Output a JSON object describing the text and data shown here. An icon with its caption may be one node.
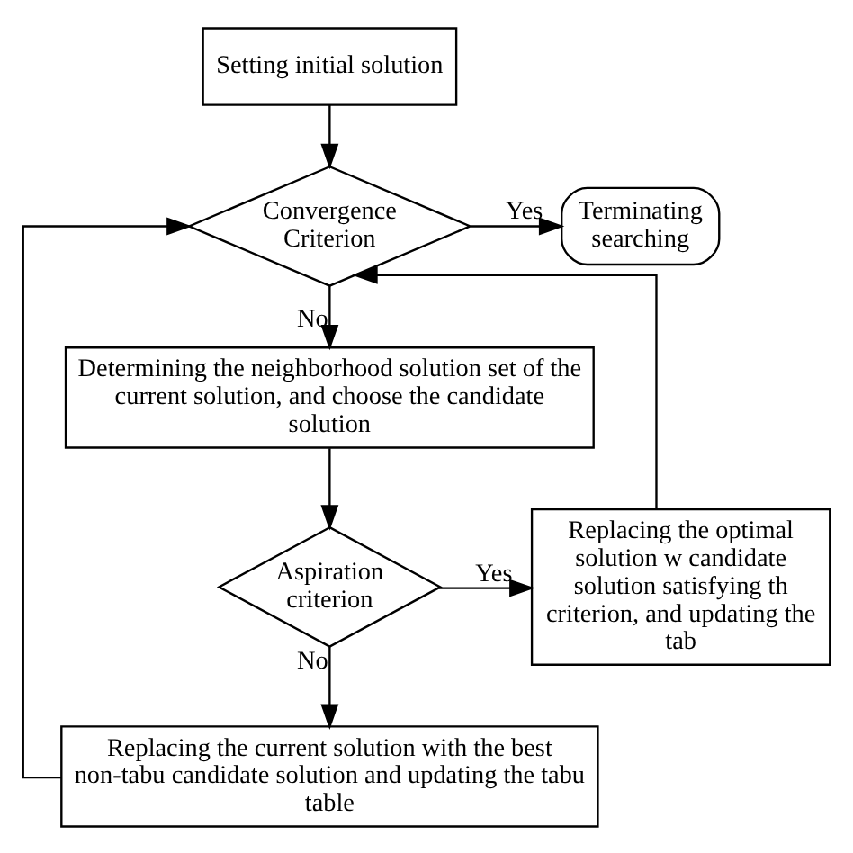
{
  "diagram": {
    "nodes": [
      {
        "text": [
          "Setting initial solution"
        ]
      },
      {
        "text": [
          "Convergence Criterion"
        ]
      },
      {
        "text": [
          "Terminating searching"
        ]
      },
      {
        "text": [
          "Determining the neighborhood solution set of the current solution, and choose the candidate solution"
        ]
      },
      {
        "text": [
          "Aspiration criterion"
        ]
      },
      {
        "text": [
          "Replacing the optimal solution w candidate solution satisfying th criterion, and updating the tab"
        ]
      },
      {
        "text": [
          "Replacing the current solution with the best non-tabu candidate solution and updating the tabu table"
        ]
      }
    ],
    "edges": [
      {
        "from": 0,
        "to": 1,
        "arrow": "to"
      },
      {
        "from": 1,
        "to": 2,
        "arrow": "to",
        "label": "Yes"
      },
      {
        "from": 1,
        "to": 3,
        "arrow": "to",
        "label": "No"
      },
      {
        "from": 3,
        "to": 4,
        "arrow": "to"
      },
      {
        "from": 4,
        "to": 5,
        "arrow": "to",
        "label": "Yes"
      },
      {
        "from": 4,
        "to": 6,
        "arrow": "to",
        "label": "No"
      },
      {
        "from": 6,
        "to": 1,
        "arrow": "to"
      },
      {
        "from": 5,
        "to": 1,
        "arrow": "to"
      }
    ]
  }
}
